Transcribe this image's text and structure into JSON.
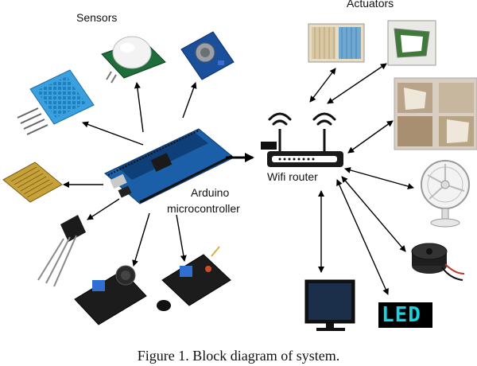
{
  "labels": {
    "sensors": "Sensors",
    "actuators": "Actuators",
    "router": "Wifi router",
    "arduino_line1": "Arduino",
    "arduino_line2": "microcontroller",
    "led": "LED"
  },
  "caption": "Figure 1.    Block diagram of system.",
  "colors": {
    "arduino_board": "#1b5fa8",
    "sensor_board_blue": "#3aa0de",
    "module_board": "#1c1c1c",
    "router_body": "#1a1a1a",
    "led_text": "#19d3e0",
    "arrow": "#000000"
  }
}
